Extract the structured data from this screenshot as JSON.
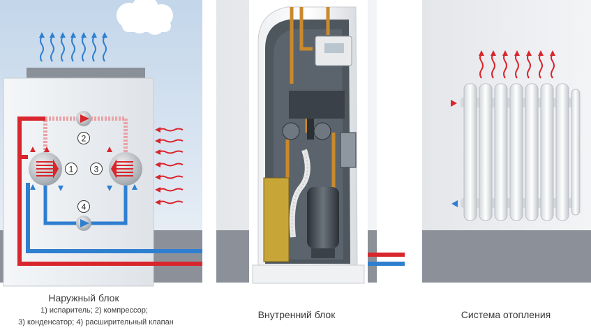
{
  "outdoor_unit": {
    "title": "Наружный блок",
    "legend_line1": "1) испаритель; 2) компрессор;",
    "legend_line2": "3) конденсатор; 4) расширительный клапан",
    "markers": [
      "1",
      "2",
      "3",
      "4"
    ]
  },
  "indoor_unit": {
    "title": "Внутренний блок"
  },
  "heating_system": {
    "title": "Система отопления"
  },
  "colors": {
    "hot_pipe": "#d8262c",
    "cold_pipe": "#2f7fd0",
    "floor_grey": "#8c9199",
    "wall_light": "#e9ebee",
    "sky_blue": "#c9daec"
  },
  "icons": [
    "heat-rising-arrows",
    "airflow-arrows",
    "cloud-icon"
  ]
}
